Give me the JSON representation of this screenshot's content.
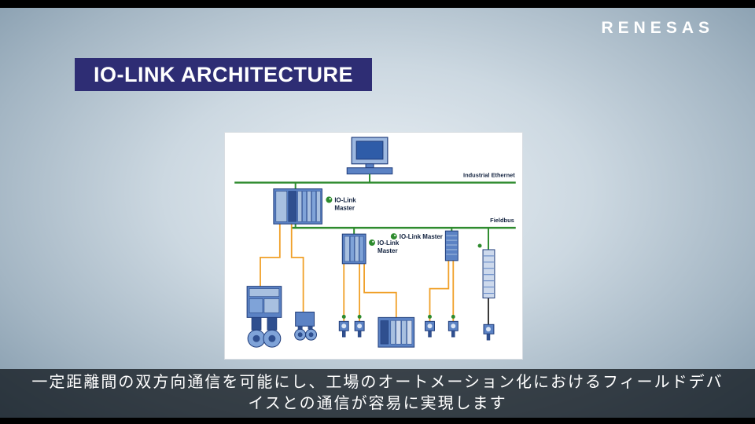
{
  "logo": {
    "text": "RENESAS"
  },
  "title": {
    "label": "IO-LINK ARCHITECTURE"
  },
  "diagram": {
    "labels": {
      "industrial_ethernet": "Industrial Ethernet",
      "fieldbus": "Fieldbus"
    },
    "masters": [
      {
        "line1": "IO-Link",
        "line2": "Master"
      },
      {
        "line1": "IO-Link",
        "line2": "Master"
      },
      {
        "label": "IO-Link Master"
      }
    ],
    "colors": {
      "bus_green": "#2e8b2e",
      "cable_orange": "#f0a028",
      "device_blue": "#5b82c4",
      "device_dark": "#2f4f8f",
      "device_light": "#a8c0e0",
      "banner_indigo": "#2e2d74"
    }
  },
  "caption": {
    "text": "一定距離間の双方向通信を可能にし、工場のオートメーション化におけるフィールドデバイスとの通信が容易に実現します"
  }
}
